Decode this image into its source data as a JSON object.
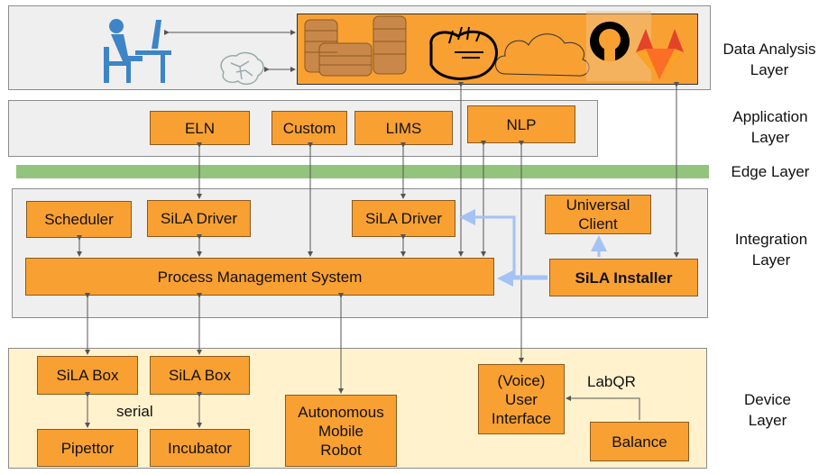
{
  "layers": {
    "data_analysis": "Data Analysis\nLayer",
    "application": "Application\nLayer",
    "edge": "Edge Layer",
    "integration": "Integration\nLayer",
    "device": "Device\nLayer"
  },
  "application": {
    "eln": "ELN",
    "custom": "Custom",
    "lims": "LIMS",
    "nlp": "NLP"
  },
  "integration": {
    "scheduler": "Scheduler",
    "sila_driver_1": "SiLA Driver",
    "sila_driver_2": "SiLA Driver",
    "universal_client": "Universal\nClient",
    "pms": "Process Management System",
    "sila_installer": "SiLA Installer"
  },
  "device": {
    "sila_box_1": "SiLA Box",
    "sila_box_2": "SiLA Box",
    "pipettor": "Pipettor",
    "incubator": "Incubator",
    "serial": "serial",
    "robot": "Autonomous\nMobile\nRobot",
    "voice_ui": "(Voice)\nUser\nInterface",
    "labqr": "LabQR",
    "balance": "Balance"
  },
  "icons": [
    "user-at-computer-icon",
    "ai-brain-icon",
    "database-icon",
    "data-lake-icon",
    "cloud-icon",
    "github-icon",
    "gitlab-icon"
  ],
  "colors": {
    "box": "#f9a033",
    "layer": "#efefef",
    "device_layer": "#fff2cc",
    "edge": "#93c47d",
    "icon_blue": "#3d85c6",
    "blue_arrow": "#a4c2f4"
  }
}
